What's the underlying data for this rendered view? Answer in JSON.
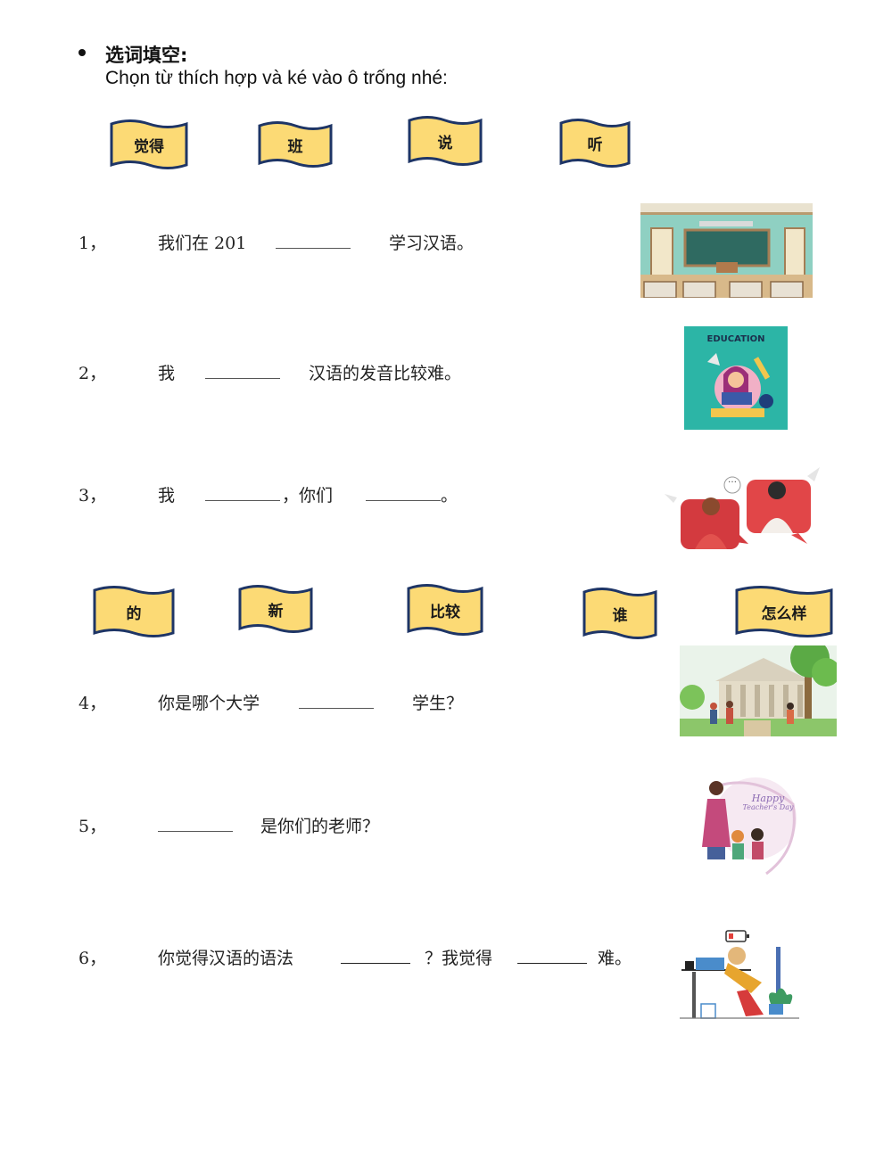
{
  "header": {
    "title": "选词填空:",
    "instruction": "Chọn từ thích hợp và ké vào ô trống nhé:"
  },
  "word_bank_1": [
    "觉得",
    "班",
    "说",
    "听"
  ],
  "word_bank_2": [
    "的",
    "新",
    "比较",
    "谁",
    "怎么样"
  ],
  "questions": [
    {
      "number": "1，",
      "part1": "我们在 201",
      "part2": "学习汉语。"
    },
    {
      "number": "2，",
      "part1": "我",
      "part2": "汉语的发音比较难。"
    },
    {
      "number": "3，",
      "part1": "我",
      "part2": "，你们",
      "part3": "。"
    },
    {
      "number": "4，",
      "part1": "你是哪个大学",
      "part2": "学生？"
    },
    {
      "number": "5，",
      "part1": "是你们的老师？"
    },
    {
      "number": "6，",
      "part1": "你觉得汉语的语法",
      "part2": "？我觉得",
      "part3": "难。"
    }
  ],
  "images": {
    "education_label": "EDUCATION",
    "teachers_day_line1": "Happy",
    "teachers_day_line2": "Teacher's Day",
    "speech_dots": "…"
  },
  "colors": {
    "flag_fill": "#FCDA75",
    "flag_border": "#1E3566"
  }
}
